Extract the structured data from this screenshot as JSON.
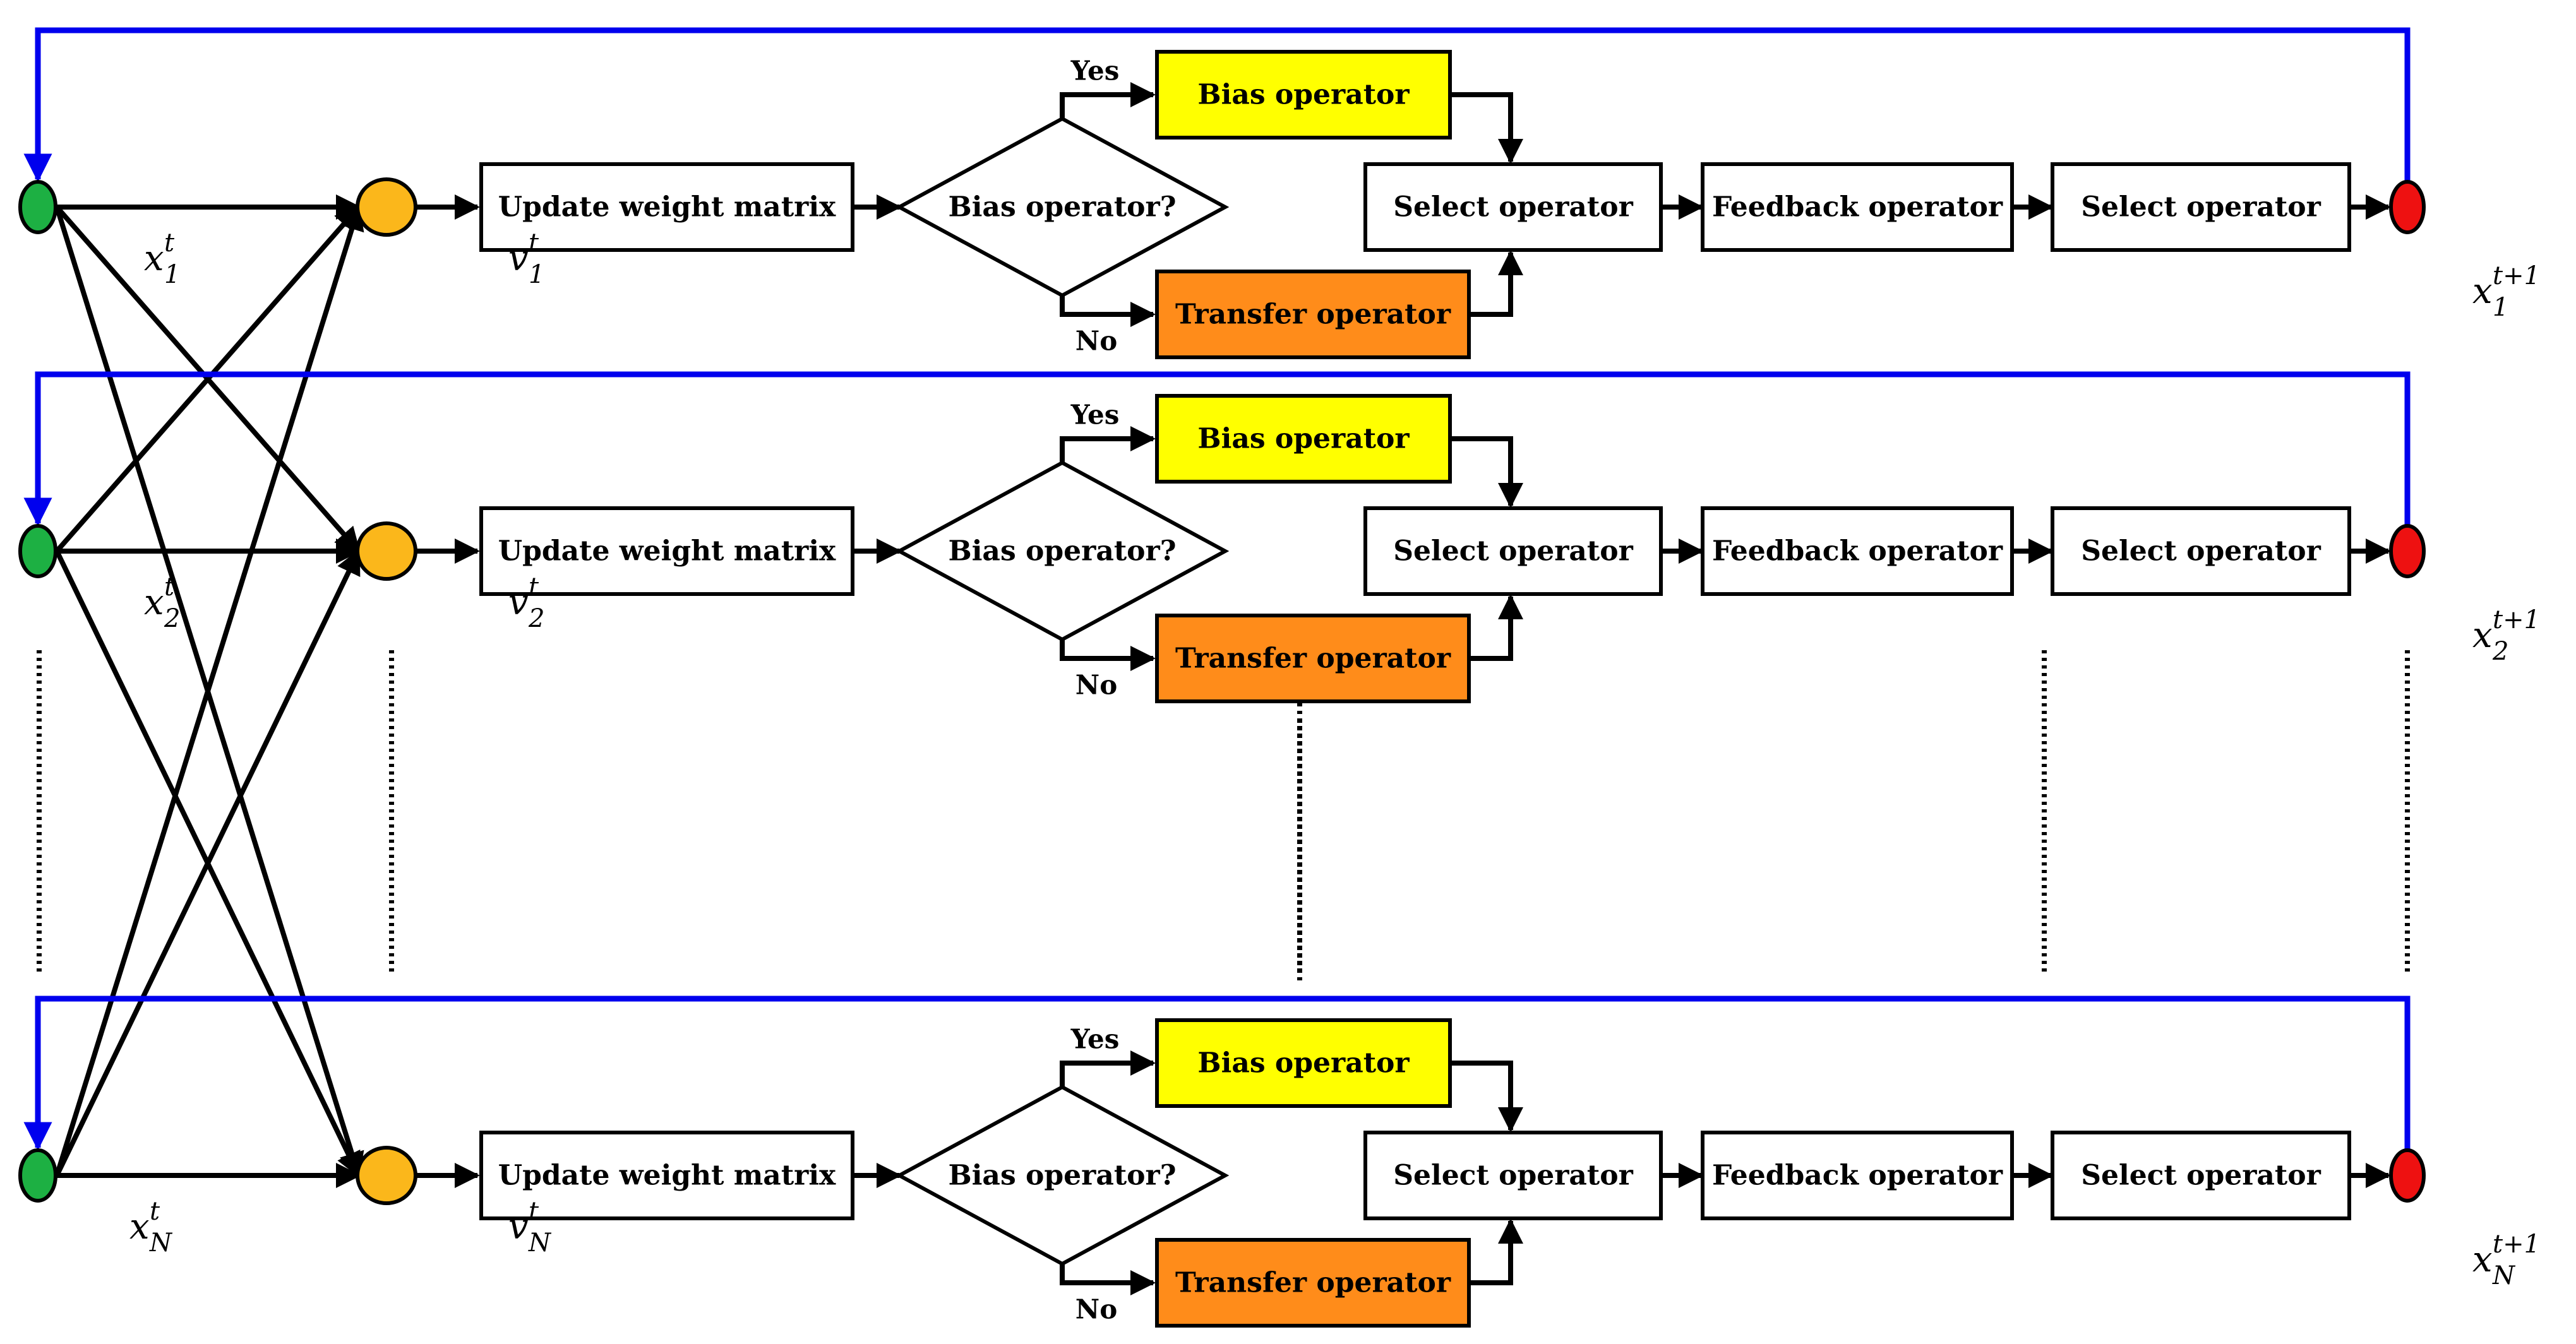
{
  "colors": {
    "input_node": "#1db043",
    "hidden_node": "#fbb71b",
    "output_node": "#ee1111",
    "bias_box": "#ffff00",
    "transfer_box": "#ff8c1a",
    "feedback_line": "#0000ee"
  },
  "rows": [
    {
      "input_var": "x",
      "input_sup": "t",
      "input_sub": "1",
      "v_var": "v",
      "v_sup": "t",
      "v_sub": "1",
      "out_var": "x",
      "out_sup": "t+1",
      "out_sub": "1",
      "update": "Update weight matrix",
      "decision": "Bias operator?",
      "yes": "Yes",
      "no": "No",
      "bias": "Bias operator",
      "transfer": "Transfer operator",
      "select1": "Select operator",
      "feedback": "Feedback operator",
      "select2": "Select operator"
    },
    {
      "input_var": "x",
      "input_sup": "t",
      "input_sub": "2",
      "v_var": "v",
      "v_sup": "t",
      "v_sub": "2",
      "out_var": "x",
      "out_sup": "t+1",
      "out_sub": "2",
      "update": "Update weight matrix",
      "decision": "Bias operator?",
      "yes": "Yes",
      "no": "No",
      "bias": "Bias operator",
      "transfer": "Transfer operator",
      "select1": "Select operator",
      "feedback": "Feedback operator",
      "select2": "Select operator"
    },
    {
      "input_var": "x",
      "input_sup": "t",
      "input_sub": "N",
      "v_var": "v",
      "v_sup": "t",
      "v_sub": "N",
      "out_var": "x",
      "out_sup": "t+1",
      "out_sub": "N",
      "update": "Update weight matrix",
      "decision": "Bias operator?",
      "yes": "Yes",
      "no": "No",
      "bias": "Bias operator",
      "transfer": "Transfer operator",
      "select1": "Select operator",
      "feedback": "Feedback operator",
      "select2": "Select operator"
    }
  ]
}
